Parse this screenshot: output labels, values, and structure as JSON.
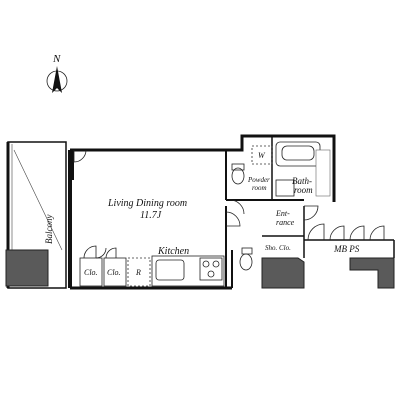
{
  "compass": {
    "north_label": "N"
  },
  "rooms": {
    "balcony": "Balcony",
    "living": "Living Dining room",
    "living_size": "11.7J",
    "kitchen": "Kitchen",
    "closet_1": "Clo.",
    "closet_2": "Clo.",
    "refrigerator": "R",
    "washer": "W",
    "powder_line1": "Powder",
    "powder_line2": "room",
    "bath_line1": "Bath-",
    "bath_line2": "room",
    "entrance_line1": "Ent-",
    "entrance_line2": "rance",
    "shoe_closet": "Sho. Clo.",
    "mbps": "MB PS"
  }
}
